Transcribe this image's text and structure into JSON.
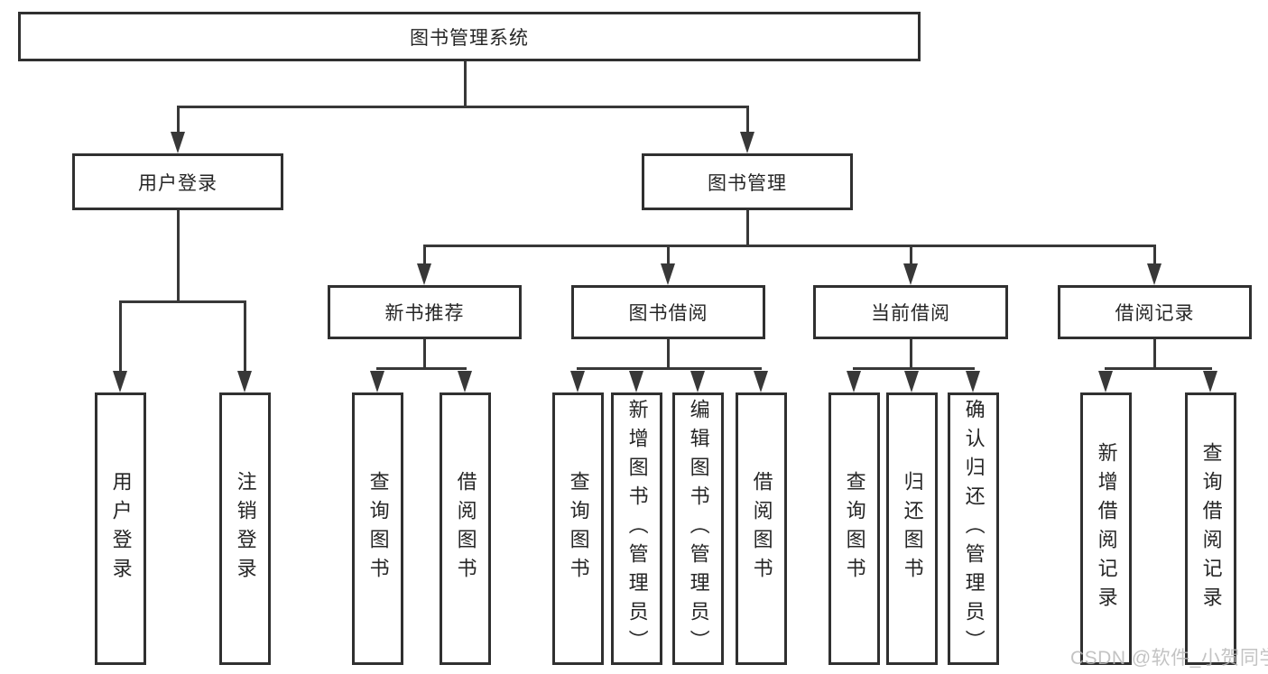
{
  "hierarchy": {
    "label": "图书管理系统",
    "children": [
      {
        "label": "用户登录",
        "children": [
          {
            "label": "用户登录"
          },
          {
            "label": "注销登录"
          }
        ]
      },
      {
        "label": "图书管理",
        "children": [
          {
            "label": "新书推荐",
            "children": [
              {
                "label": "查询图书"
              },
              {
                "label": "借阅图书"
              }
            ]
          },
          {
            "label": "图书借阅",
            "children": [
              {
                "label": "查询图书"
              },
              {
                "label": "新增图书（管理员）"
              },
              {
                "label": "编辑图书（管理员）"
              },
              {
                "label": "借阅图书"
              }
            ]
          },
          {
            "label": "当前借阅",
            "children": [
              {
                "label": "查询图书"
              },
              {
                "label": "归还图书"
              },
              {
                "label": "确认归还（管理员）"
              }
            ]
          },
          {
            "label": "借阅记录",
            "children": [
              {
                "label": "新增借阅记录"
              },
              {
                "label": "查询借阅记录"
              }
            ]
          }
        ]
      }
    ]
  },
  "watermark": "CSDN @软件_小贺同学",
  "colors": {
    "background": "#ffffff",
    "box_border": "#303030",
    "connector_line": "#383838",
    "text": "#262626",
    "watermark": "#b9b9b9"
  }
}
